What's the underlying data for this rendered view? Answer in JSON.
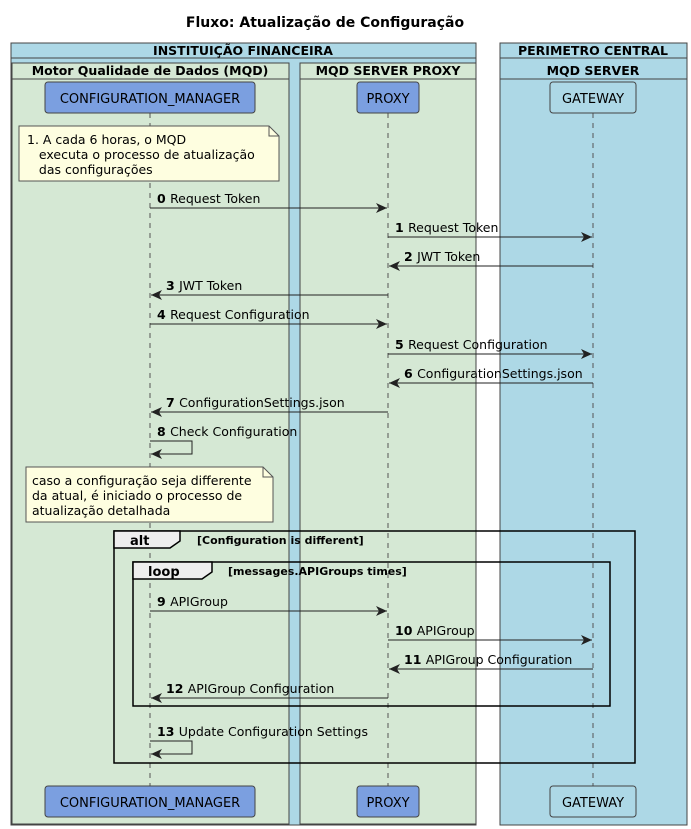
{
  "title": "Fluxo: Atualização de Configuração",
  "boxes": [
    {
      "id": "inst",
      "title": "INSTITUIÇÃO FINANCEIRA"
    },
    {
      "id": "perim",
      "title": "PERIMETRO CENTRAL"
    },
    {
      "id": "mqd",
      "title": "Motor Qualidade de Dados (MQD)"
    },
    {
      "id": "mqdproxy",
      "title": "MQD SERVER PROXY"
    },
    {
      "id": "mqdserver",
      "title": "MQD SERVER"
    }
  ],
  "participants": [
    {
      "id": "cm",
      "label": "CONFIGURATION_MANAGER"
    },
    {
      "id": "proxy",
      "label": "PROXY"
    },
    {
      "id": "gateway",
      "label": "GATEWAY"
    }
  ],
  "notes": [
    {
      "lines": [
        "1. A cada 6 horas, o MQD",
        "   executa o processo de atualização",
        "   das configurações"
      ]
    },
    {
      "lines": [
        "caso a configuração seja differente",
        "da atual, é iniciado o processo de",
        "atualização detalhada"
      ]
    }
  ],
  "messages": [
    {
      "num": "0",
      "text": "Request Token",
      "from": "cm",
      "to": "proxy"
    },
    {
      "num": "1",
      "text": "Request Token",
      "from": "proxy",
      "to": "gateway"
    },
    {
      "num": "2",
      "text": "JWT Token",
      "from": "gateway",
      "to": "proxy"
    },
    {
      "num": "3",
      "text": "JWT Token",
      "from": "proxy",
      "to": "cm"
    },
    {
      "num": "4",
      "text": "Request Configuration",
      "from": "cm",
      "to": "proxy"
    },
    {
      "num": "5",
      "text": "Request Configuration",
      "from": "proxy",
      "to": "gateway"
    },
    {
      "num": "6",
      "text": "ConfigurationSettings.json",
      "from": "gateway",
      "to": "proxy"
    },
    {
      "num": "7",
      "text": "ConfigurationSettings.json",
      "from": "proxy",
      "to": "cm"
    },
    {
      "num": "8",
      "text": "Check Configuration",
      "from": "cm",
      "to": "cm"
    },
    {
      "num": "9",
      "text": "APIGroup",
      "from": "cm",
      "to": "proxy"
    },
    {
      "num": "10",
      "text": "APIGroup",
      "from": "proxy",
      "to": "gateway"
    },
    {
      "num": "11",
      "text": "APIGroup Configuration",
      "from": "gateway",
      "to": "proxy"
    },
    {
      "num": "12",
      "text": "APIGroup Configuration",
      "from": "proxy",
      "to": "cm"
    },
    {
      "num": "13",
      "text": "Update Configuration Settings",
      "from": "cm",
      "to": "cm"
    }
  ],
  "frames": [
    {
      "keyword": "alt",
      "condition": "[Configuration is different]"
    },
    {
      "keyword": "loop",
      "condition": "[messages.APIGroups times]"
    }
  ],
  "colors": {
    "group_outer": "#add8e6",
    "group_inner": "#d5e8d4",
    "participant_blue": "#7b9fe0",
    "participant_light": "#add8e6",
    "note_fill": "#fefee0"
  }
}
